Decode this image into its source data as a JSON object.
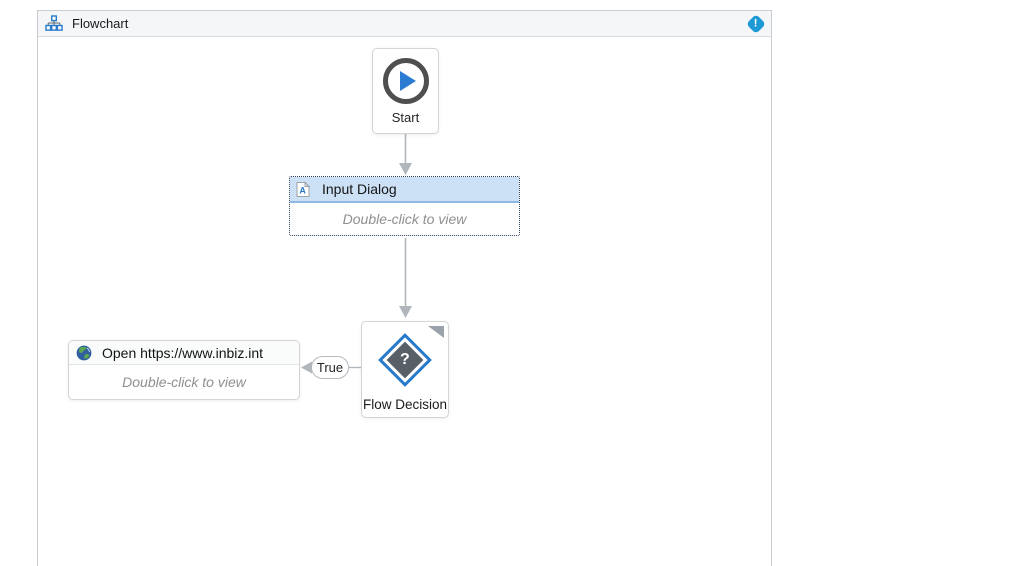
{
  "panel": {
    "title": "Flowchart",
    "info_glyph": "!"
  },
  "nodes": {
    "start": {
      "label": "Start"
    },
    "input_dialog": {
      "title": "Input Dialog",
      "hint": "Double-click to view",
      "icon_letter": "A",
      "selected": true
    },
    "flow_decision": {
      "label": "Flow Decision",
      "glyph": "?"
    },
    "open_browser": {
      "title": "Open https://www.inbiz.int",
      "hint": "Double-click to view"
    }
  },
  "connectors": {
    "true_label": "True"
  },
  "icons": {
    "header_left": "flowchart-icon",
    "header_right": "alert-info-icon",
    "input_dialog": "document-a-icon",
    "open_browser": "globe-icon",
    "start": "play-icon",
    "flow_decision": "question-diamond-icon"
  },
  "colors": {
    "accent_blue": "#2779ca",
    "selection_header_fill": "#cde1f6",
    "selection_border": "#2e4057",
    "connector_gray": "#b0b6bb",
    "info_badge_blue": "#1d9ad6",
    "start_ring_gray": "#4f4f4f",
    "decision_fill_gray": "#595f66",
    "panel_header_bg": "#f5f6f7",
    "panel_border": "#c9cdd1"
  }
}
